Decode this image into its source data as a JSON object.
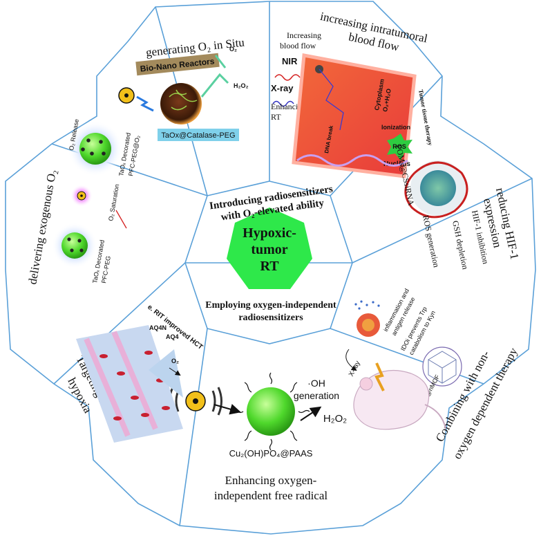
{
  "center": {
    "title_line1": "Hypoxic-",
    "title_line2": "tumor",
    "title_line3": "RT",
    "upper_line1": "Introducing radiosensitizers",
    "upper_line2": "with O₂-elevated ability",
    "lower_line1": "Employing oxygen-independent",
    "lower_line2": "radiosensitizers"
  },
  "sections": {
    "o2_in_situ": {
      "title": "generating O₂ in Situ",
      "label_reactor": "Bio-Nano Reactors",
      "label_particle": "TaOx@Catalase-PEG",
      "label_o2": "O₂",
      "label_h2o2": "H₂O₂"
    },
    "blood_flow": {
      "title_line1": "increasing intratumoral",
      "title_line2": "blood flow",
      "label_inc_line1": "Increasing",
      "label_inc_line2": "blood flow",
      "label_nir": "NIR",
      "label_xray": "X-ray",
      "label_enh_line1": "Enhancing",
      "label_enh_line2": "RT",
      "label_cytoplasm": "Cytoplasm",
      "label_o2h2o": "O₂+H₂O",
      "label_ionization": "Ionization",
      "label_ros": "ROS",
      "label_nucleus": "Nucleus",
      "label_dna_break": "DNA break",
      "label_tumor_therapy": "Tumor tissue therapy"
    },
    "hif": {
      "title_line1": "reducing HIF-1",
      "title_line2": "expression",
      "label_poms": "POMs@CSsiRNA",
      "label_hif_inhibition": "HIF-1 inhibition",
      "label_gsh": "GSH depletion",
      "label_ros_gen": "ROS generation"
    },
    "non_oxygen": {
      "title_line1": "Combining with non-",
      "title_line2": "oxygen dependent therapy",
      "label_inflam_line1": "inflammation and",
      "label_inflam_line2": "antigen release",
      "label_ido_line1": "IDOi prevents Trp",
      "label_ido_line2": "catabolism to Kyn",
      "label_nmof": "IDOi@nMOF",
      "label_xray": "X-ray"
    },
    "free_radical": {
      "title_line1": "Enhancing oxygen-",
      "title_line2": "independent free radical",
      "label_particle": "Cu₂(OH)PO₄@PAAS",
      "label_oh_line1": "·OH",
      "label_oh_line2": "generation",
      "label_h2o2": "H₂O₂"
    },
    "targeting": {
      "title_line1": "Targeting tumor",
      "title_line2": "hypoxia",
      "label_rit": "e. RIT improved HCT",
      "label_aq4n": "AQ4N",
      "label_aq4": "AQ4",
      "label_o2": "O₂"
    },
    "exogenous": {
      "title": "delivering exogenous O₂",
      "label_release": "O₂ Release",
      "label_decorated1_line1": "TaOₓ Decorated",
      "label_decorated1_line2": "PFC-PEG@O₂",
      "label_saturation": "O₂ Saturation",
      "label_decorated2_line1": "TaOₓ Decorated",
      "label_decorated2_line2": "PFC-PEG"
    }
  },
  "colors": {
    "outline": "#5aa0d8",
    "center_fill": "#2ee84a",
    "reactor_label_bg": "#a38a5c",
    "particle_label_bg": "#7fd0ea",
    "tumor_panel": "#e8453c",
    "nir": "#d42020",
    "xray": "#3030c0"
  }
}
